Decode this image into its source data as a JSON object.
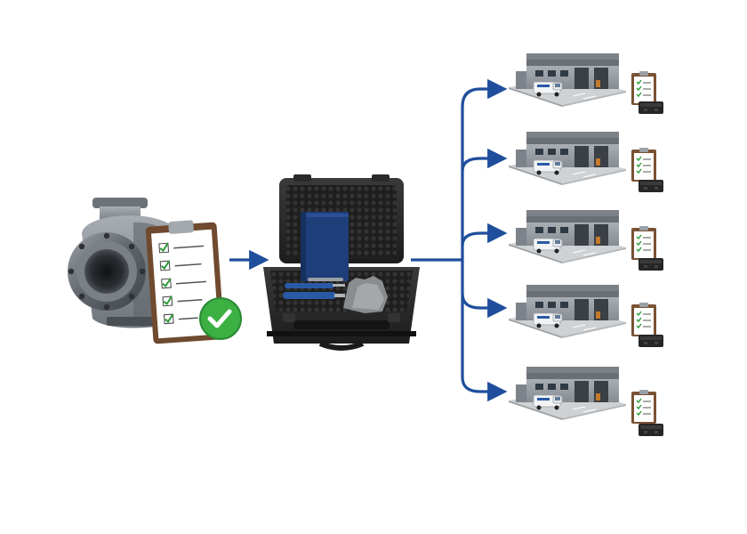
{
  "diagram": {
    "nodes": [
      {
        "id": "pump",
        "icon": "pump-with-checklist-icon",
        "status": "approved"
      },
      {
        "id": "kit",
        "icon": "service-kit-case-icon",
        "contents": [
          "manual",
          "tools",
          "gloves"
        ]
      },
      {
        "id": "site-1",
        "icon": "service-center-icon",
        "accessories": [
          "checklist",
          "kit-case"
        ]
      },
      {
        "id": "site-2",
        "icon": "service-center-icon",
        "accessories": [
          "checklist",
          "kit-case"
        ]
      },
      {
        "id": "site-3",
        "icon": "service-center-icon",
        "accessories": [
          "checklist",
          "kit-case"
        ]
      },
      {
        "id": "site-4",
        "icon": "service-center-icon",
        "accessories": [
          "checklist",
          "kit-case"
        ]
      },
      {
        "id": "site-5",
        "icon": "service-center-icon",
        "accessories": [
          "checklist",
          "kit-case"
        ]
      }
    ],
    "edges": [
      {
        "from": "pump",
        "to": "kit"
      },
      {
        "from": "kit",
        "to": "site-1"
      },
      {
        "from": "kit",
        "to": "site-2"
      },
      {
        "from": "kit",
        "to": "site-3"
      },
      {
        "from": "kit",
        "to": "site-4"
      },
      {
        "from": "kit",
        "to": "site-5"
      }
    ],
    "colors": {
      "arrow": "#1f4e9c",
      "check_badge": "#3cb043",
      "check_mark": "#2e9b3a",
      "manual": "#1f3f7a",
      "warehouse_body": "#8f959c",
      "warehouse_roof": "#5f656c",
      "case": "#2b2b2b",
      "metal": "#6e7378"
    }
  }
}
